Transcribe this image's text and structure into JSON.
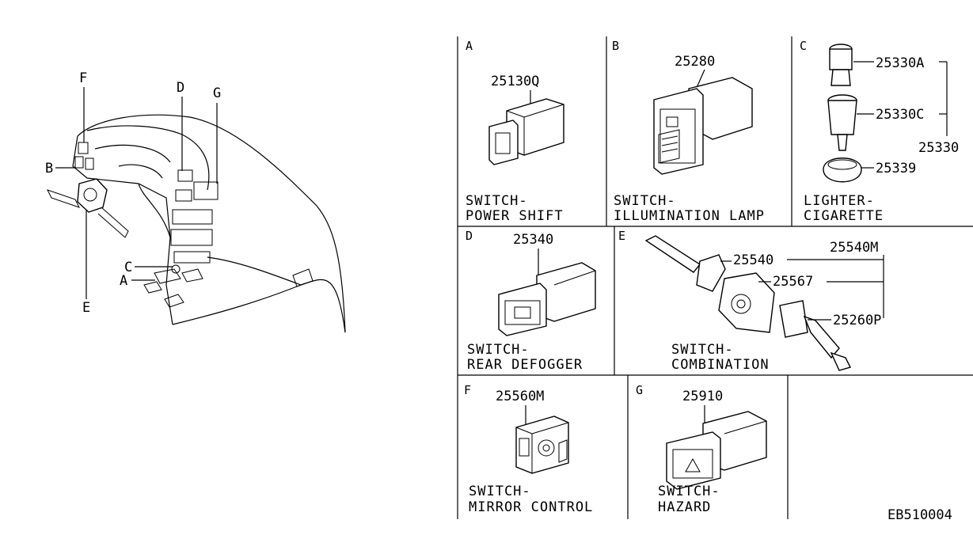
{
  "drawing_code": "EB510004",
  "overview": {
    "callouts": [
      "F",
      "B",
      "D",
      "G",
      "C",
      "A",
      "E"
    ]
  },
  "panels": [
    {
      "letter": "A",
      "part_numbers": [
        "25130Q"
      ],
      "caption": [
        "SWITCH-",
        "POWER SHIFT"
      ]
    },
    {
      "letter": "B",
      "part_numbers": [
        "25280"
      ],
      "caption": [
        "SWITCH-",
        "ILLUMINATION LAMP"
      ]
    },
    {
      "letter": "C",
      "part_numbers": [
        "25330A",
        "25330C",
        "25330",
        "25339"
      ],
      "caption": [
        "LIGHTER-",
        "CIGARETTE"
      ]
    },
    {
      "letter": "D",
      "part_numbers": [
        "25340"
      ],
      "caption": [
        "SWITCH-",
        "REAR DEFOGGER"
      ]
    },
    {
      "letter": "E",
      "part_numbers": [
        "25540M",
        "25540",
        "25567",
        "25260P"
      ],
      "caption": [
        "SWITCH-",
        "COMBINATION"
      ]
    },
    {
      "letter": "F",
      "part_numbers": [
        "25560M"
      ],
      "caption": [
        "SWITCH-",
        "MIRROR CONTROL"
      ]
    },
    {
      "letter": "G",
      "part_numbers": [
        "25910"
      ],
      "caption": [
        "SWITCH-",
        "HAZARD"
      ]
    }
  ]
}
